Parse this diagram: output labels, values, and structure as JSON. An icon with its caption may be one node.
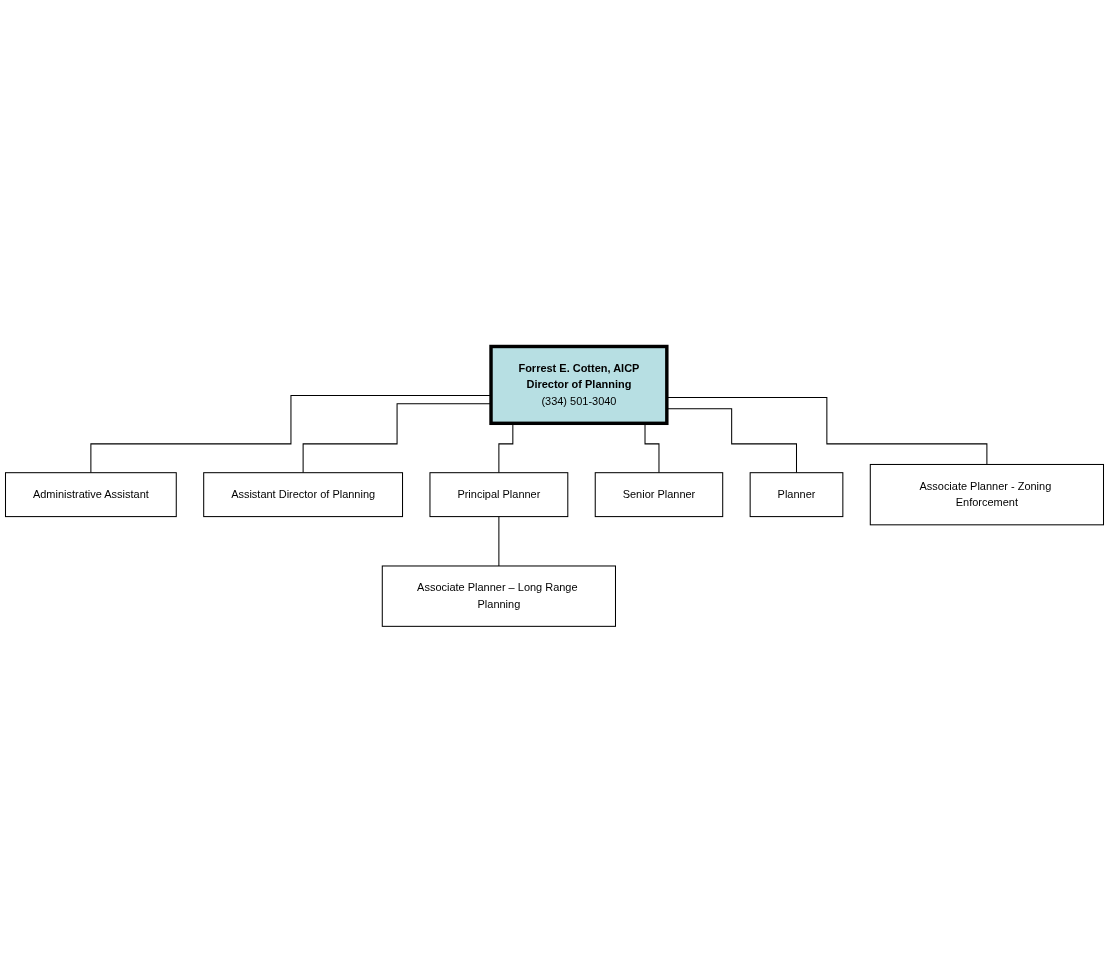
{
  "diagram": {
    "nodes": [
      {
        "text": [
          "Forrest E. Cotten, AICP",
          "Director of Planning",
          "(334) 501-3040"
        ]
      },
      {
        "text": [
          "Administrative Assistant"
        ]
      },
      {
        "text": [
          "Assistant Director of Planning"
        ]
      },
      {
        "text": [
          "Principal Planner"
        ]
      },
      {
        "text": [
          "Senior Planner"
        ]
      },
      {
        "text": [
          "Associate Planner – Long Range Planning"
        ]
      },
      {
        "text": [
          "Planner"
        ]
      },
      {
        "text": [
          "Associate Planner - Zoning Enforcement"
        ]
      }
    ],
    "edges": [
      {
        "from": 0,
        "to": 1,
        "arrow": "none"
      },
      {
        "from": 0,
        "to": 2,
        "arrow": "none"
      },
      {
        "from": 0,
        "to": 3,
        "arrow": "none"
      },
      {
        "from": 0,
        "to": 4,
        "arrow": "none"
      },
      {
        "from": 0,
        "to": 6,
        "arrow": "none"
      },
      {
        "from": 0,
        "to": 7,
        "arrow": "none"
      },
      {
        "from": 3,
        "to": 5,
        "arrow": "none"
      }
    ]
  }
}
